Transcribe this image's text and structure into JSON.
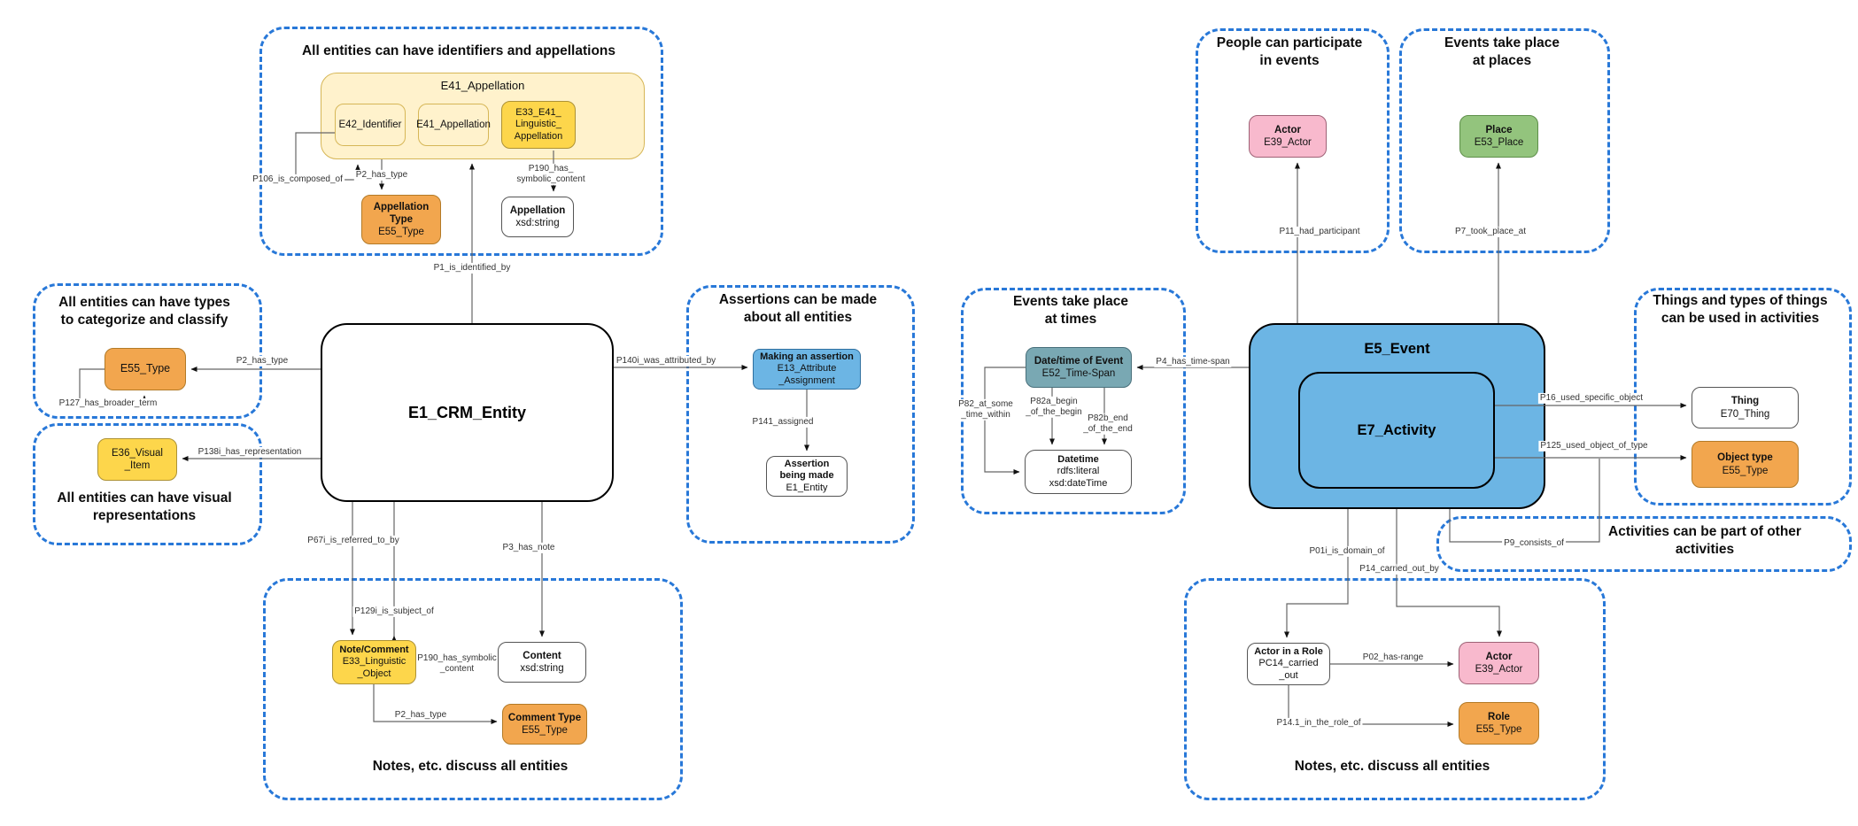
{
  "colors": {
    "cluster_border_blue": "#2878D8",
    "cream_fill": "#FFF2CC",
    "yellow_fill": "#FDD64B",
    "orange_fill": "#F2A64E",
    "blue_fill": "#6CB5E4",
    "pink_fill": "#F8B9CD",
    "green_fill": "#93C47D",
    "teal_fill": "#79A8B3"
  },
  "clusters": {
    "identifiers": {
      "title": "All entities can have identifiers and appellations"
    },
    "types": {
      "line1": "All entities can have types",
      "line2": "to categorize and classify"
    },
    "visual": {
      "line1": "All entities can have visual",
      "line2": "representations"
    },
    "assertions": {
      "line1": "Assertions can be made",
      "line2": "about all entities"
    },
    "notes_left": {
      "title": "Notes, etc. discuss all entities"
    },
    "people": {
      "line1": "People can participate",
      "line2": "in events"
    },
    "places": {
      "line1": "Events take place",
      "line2": "at places"
    },
    "times": {
      "line1": "Events take place",
      "line2": "at times"
    },
    "things": {
      "line1": "Things and types of things",
      "line2": "can be used in activities"
    },
    "activities": {
      "line1": "Activities can be part of other",
      "line2": "activities"
    },
    "notes_right": {
      "title": "Notes, etc. discuss all entities"
    }
  },
  "nodes": {
    "e41_group": {
      "title": "E41_Appellation"
    },
    "e42_identifier": {
      "l1": "E42_Identifier"
    },
    "e41_appellation": {
      "l1": "E41_Appellation"
    },
    "e33_e41": {
      "l1": "E33_E41_",
      "l2": "Linguistic_",
      "l3": "Appellation"
    },
    "appellation_type": {
      "l1": "Appellation",
      "l2": "Type",
      "l3": "E55_Type"
    },
    "appellation_string": {
      "l1": "Appellation",
      "l2": "xsd:string"
    },
    "e1": {
      "l1": "E1_CRM_Entity"
    },
    "e55_type": {
      "l1": "E55_Type"
    },
    "e36_visual": {
      "l1": "E36_Visual",
      "l2": "_Item"
    },
    "e13": {
      "l1": "Making an assertion",
      "l2": "E13_Attribute",
      "l3": "_Assignment"
    },
    "assertion_made": {
      "l1": "Assertion",
      "l2": "being made",
      "l3": "E1_Entity"
    },
    "note_comment": {
      "l1": "Note/Comment",
      "l2": "E33_Linguistic",
      "l3": "_Object"
    },
    "content": {
      "l1": "Content",
      "l2": "xsd:string"
    },
    "comment_type": {
      "l1": "Comment Type",
      "l2": "E55_Type"
    },
    "actor_top": {
      "l1": "Actor",
      "l2": "E39_Actor"
    },
    "place": {
      "l1": "Place",
      "l2": "E53_Place"
    },
    "timespan": {
      "l1": "Date/time of Event",
      "l2": "E52_Time-Span"
    },
    "datetime": {
      "l1": "Datetime",
      "l2": "rdfs:literal",
      "l3": "xsd:dateTime"
    },
    "e5": {
      "l1": "E5_Event"
    },
    "e7": {
      "l1": "E7_Activity"
    },
    "thing": {
      "l1": "Thing",
      "l2": "E70_Thing"
    },
    "object_type": {
      "l1": "Object type",
      "l2": "E55_Type"
    },
    "actor_role": {
      "l1": "Actor in a Role",
      "l2": "PC14_carried",
      "l3": "_out"
    },
    "actor_br": {
      "l1": "Actor",
      "l2": "E39_Actor"
    },
    "role": {
      "l1": "Role",
      "l2": "E55_Type"
    }
  },
  "edges": {
    "p106": {
      "l1": "P106_is_composed_of"
    },
    "p2_appellation": {
      "l1": "P2_has_type"
    },
    "p190_appellation": {
      "l1": "P190_has_",
      "l2": "symbolic_content"
    },
    "p1": {
      "l1": "P1_is_identified_by"
    },
    "p2_type": {
      "l1": "P2_has_type"
    },
    "p127": {
      "l1": "P127_has_broader_term"
    },
    "p138i": {
      "l1": "P138i_has_representation"
    },
    "p140i": {
      "l1": "P140i_was_attributed_by"
    },
    "p141": {
      "l1": "P141_assigned"
    },
    "p67i": {
      "l1": "P67i_is_referred_to_by"
    },
    "p129i": {
      "l1": "P129i_is_subject_of"
    },
    "p3": {
      "l1": "P3_has_note"
    },
    "p190_note": {
      "l1": "P190_has_symbolic",
      "l2": "_content"
    },
    "p2_note": {
      "l1": "P2_has_type"
    },
    "p11": {
      "l1": "P11_had_participant"
    },
    "p7": {
      "l1": "P7_took_place_at"
    },
    "p4": {
      "l1": "P4_has_time-span"
    },
    "p82": {
      "l1": "P82_at_some",
      "l2": "_time_within"
    },
    "p82a": {
      "l1": "P82a_begin",
      "l2": "_of_the_begin"
    },
    "p82b": {
      "l1": "P82b_end",
      "l2": "_of_the_end"
    },
    "p16": {
      "l1": "P16_used_specific_object"
    },
    "p125": {
      "l1": "P125_used_object_of_type"
    },
    "p9": {
      "l1": "P9_consists_of"
    },
    "p01i": {
      "l1": "P01i_is_domain_of"
    },
    "p14": {
      "l1": "P14_carried_out_by"
    },
    "p02": {
      "l1": "P02_has-range"
    },
    "p14_1": {
      "l1": "P14.1_in_the_role_of"
    }
  }
}
